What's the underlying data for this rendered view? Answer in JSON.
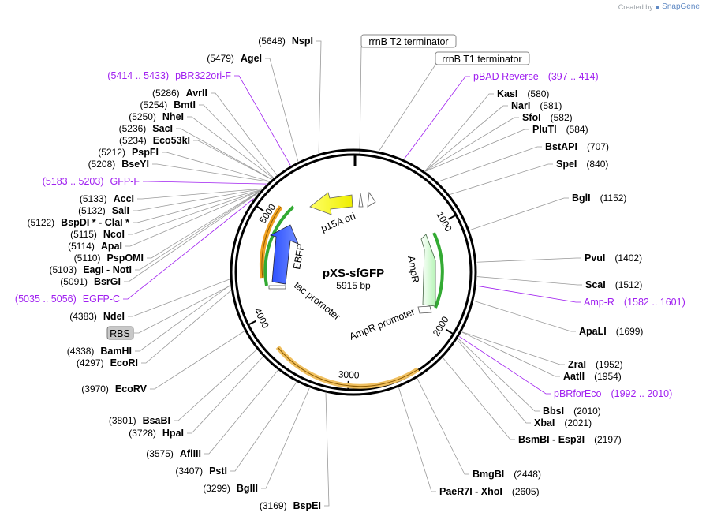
{
  "credit": {
    "prefix": "Created by",
    "brand": "SnapGene"
  },
  "plasmid": {
    "name": "pXS-sfGFP",
    "length": "5915 bp",
    "total_bp": 5915
  },
  "ticks": [
    {
      "label": "1000",
      "bp": 1000
    },
    {
      "label": "2000",
      "bp": 2000
    },
    {
      "label": "3000",
      "bp": 3000
    },
    {
      "label": "4000",
      "bp": 4000
    },
    {
      "label": "5000",
      "bp": 5000
    }
  ],
  "features": [
    {
      "label": "p15A ori",
      "color": "#ffff00",
      "kind": "ori"
    },
    {
      "label": "EBFP",
      "color": "#3355ff",
      "kind": "cds"
    },
    {
      "label": "AmpR",
      "color": "#ccffcc",
      "kind": "cds"
    },
    {
      "label": "tac promoter",
      "color": "#ffffff",
      "kind": "promoter"
    },
    {
      "label": "AmpR promoter",
      "color": "#ffffff",
      "kind": "promoter"
    }
  ],
  "boxed_labels": [
    {
      "label": "rrnB T2 terminator",
      "style": "white"
    },
    {
      "label": "rrnB T1 terminator",
      "style": "white"
    },
    {
      "label": "RBS",
      "style": "grey"
    }
  ],
  "left_sites": [
    {
      "pos": "(5648)",
      "name": "NspI"
    },
    {
      "pos": "(5479)",
      "name": "AgeI"
    },
    {
      "pos": "(5414 .. 5433)",
      "name": "pBR322ori-F",
      "primer": true
    },
    {
      "pos": "(5286)",
      "name": "AvrII"
    },
    {
      "pos": "(5254)",
      "name": "BmtI"
    },
    {
      "pos": "(5250)",
      "name": "NheI"
    },
    {
      "pos": "(5236)",
      "name": "SacI"
    },
    {
      "pos": "(5234)",
      "name": "Eco53kI"
    },
    {
      "pos": "(5212)",
      "name": "PspFI"
    },
    {
      "pos": "(5208)",
      "name": "BseYI"
    },
    {
      "pos": "(5183 .. 5203)",
      "name": "GFP-F",
      "primer": true
    },
    {
      "pos": "(5133)",
      "name": "AccI"
    },
    {
      "pos": "(5132)",
      "name": "SalI"
    },
    {
      "pos": "(5122)",
      "name": "BspDI *  -  ClaI *"
    },
    {
      "pos": "(5115)",
      "name": "NcoI"
    },
    {
      "pos": "(5114)",
      "name": "ApaI"
    },
    {
      "pos": "(5110)",
      "name": "PspOMI"
    },
    {
      "pos": "(5103)",
      "name": "EagI  -  NotI"
    },
    {
      "pos": "(5091)",
      "name": "BsrGI"
    },
    {
      "pos": "(5035 .. 5056)",
      "name": "EGFP-C",
      "primer": true
    },
    {
      "pos": "(4383)",
      "name": "NdeI"
    },
    {
      "pos": "(4338)",
      "name": "BamHI"
    },
    {
      "pos": "(4297)",
      "name": "EcoRI"
    },
    {
      "pos": "(3970)",
      "name": "EcoRV"
    },
    {
      "pos": "(3801)",
      "name": "BsaBI"
    },
    {
      "pos": "(3728)",
      "name": "HpaI"
    },
    {
      "pos": "(3575)",
      "name": "AflIII"
    },
    {
      "pos": "(3407)",
      "name": "PstI"
    },
    {
      "pos": "(3299)",
      "name": "BglII"
    },
    {
      "pos": "(3169)",
      "name": "BspEI"
    }
  ],
  "right_sites": [
    {
      "name": "pBAD Reverse",
      "pos": "(397 .. 414)",
      "primer": true
    },
    {
      "name": "KasI",
      "pos": "(580)"
    },
    {
      "name": "NarI",
      "pos": "(581)"
    },
    {
      "name": "SfoI",
      "pos": "(582)"
    },
    {
      "name": "PluTI",
      "pos": "(584)"
    },
    {
      "name": "BstAPI",
      "pos": "(707)"
    },
    {
      "name": "SpeI",
      "pos": "(840)"
    },
    {
      "name": "BglI",
      "pos": "(1152)"
    },
    {
      "name": "PvuI",
      "pos": "(1402)"
    },
    {
      "name": "ScaI",
      "pos": "(1512)"
    },
    {
      "name": "Amp-R",
      "pos": "(1582 .. 1601)",
      "primer": true
    },
    {
      "name": "ApaLI",
      "pos": "(1699)"
    },
    {
      "name": "ZraI",
      "pos": "(1952)"
    },
    {
      "name": "AatII",
      "pos": "(1954)"
    },
    {
      "name": "pBRforEco",
      "pos": "(1992 .. 2010)",
      "primer": true
    },
    {
      "name": "BbsI",
      "pos": "(2010)"
    },
    {
      "name": "XbaI",
      "pos": "(2021)"
    },
    {
      "name": "BsmBI  -  Esp3I",
      "pos": "(2197)"
    },
    {
      "name": "BmgBI",
      "pos": "(2448)"
    },
    {
      "name": "PaeR7I  -  XhoI",
      "pos": "(2605)"
    }
  ],
  "colors": {
    "primer": "#a020f0",
    "ring": "#000000",
    "promoter_outline": "#f0a020",
    "cds_outline": "#228b22"
  }
}
